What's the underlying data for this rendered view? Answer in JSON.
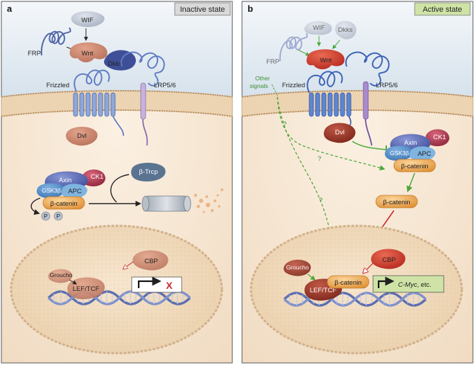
{
  "panels": {
    "a": {
      "letter": "a",
      "state": "Inactive state",
      "labels": {
        "wif": "WIF",
        "frp": "FRP",
        "wnt": "Wnt",
        "dkks": "Dkks",
        "frizzled": "Frizzled",
        "lrp": "LRP5/6",
        "dvl": "Dvl",
        "btrcp": "β-Trcp",
        "axin": "Axin",
        "ck1": "CK1",
        "gsk3b": "GSK3β",
        "apc": "APC",
        "bcatenin": "β-catenin",
        "p1": "P",
        "p2": "P",
        "cbp": "CBP",
        "groucho": "Groucho",
        "leftcf": "LEF/TCF",
        "block": "X"
      }
    },
    "b": {
      "letter": "b",
      "state": "Active state",
      "labels": {
        "wif": "WIF",
        "dkks": "Dkks",
        "frp": "FRP",
        "wnt": "Wnt",
        "other_signals_1": "Other",
        "other_signals_2": "signals",
        "frizzled": "Frizzled",
        "lrp": "LRP5/6",
        "dvl": "Dvl",
        "axin": "Axin",
        "ck1": "CK1",
        "gsk3b": "GSK3β",
        "apc": "APC",
        "bcatenin_complex": "β-catenin",
        "bcatenin_free": "β-catenin",
        "bcatenin_nuclear": "β-catenin",
        "q1": "?",
        "q2": "?",
        "q3": "?",
        "cbp": "CBP",
        "groucho": "Groucho",
        "leftcf": "LEF/TCF",
        "target": "C-Myc",
        "target_suffix": ", etc."
      }
    }
  },
  "colors": {
    "extracellular": "#dde7ef",
    "cytoplasm": "#f5e8d6",
    "membrane": "#e3c9a6",
    "nucleus": "#efdcc2",
    "dvl": "#c0806a",
    "wnt_inactive": "#d99a86",
    "wnt_active": "#c8372c",
    "axin": "#4b5aa8",
    "gsk3b": "#4d84c4",
    "apc": "#6aa6d6",
    "bcatenin": "#e9a34a",
    "ck1": "#a8344a",
    "active_arrow": "#4aa83a",
    "red_arrow": "#c8272c",
    "state_inactive_bg": "#d9d9d9",
    "state_active_bg": "#cfe3a6"
  }
}
